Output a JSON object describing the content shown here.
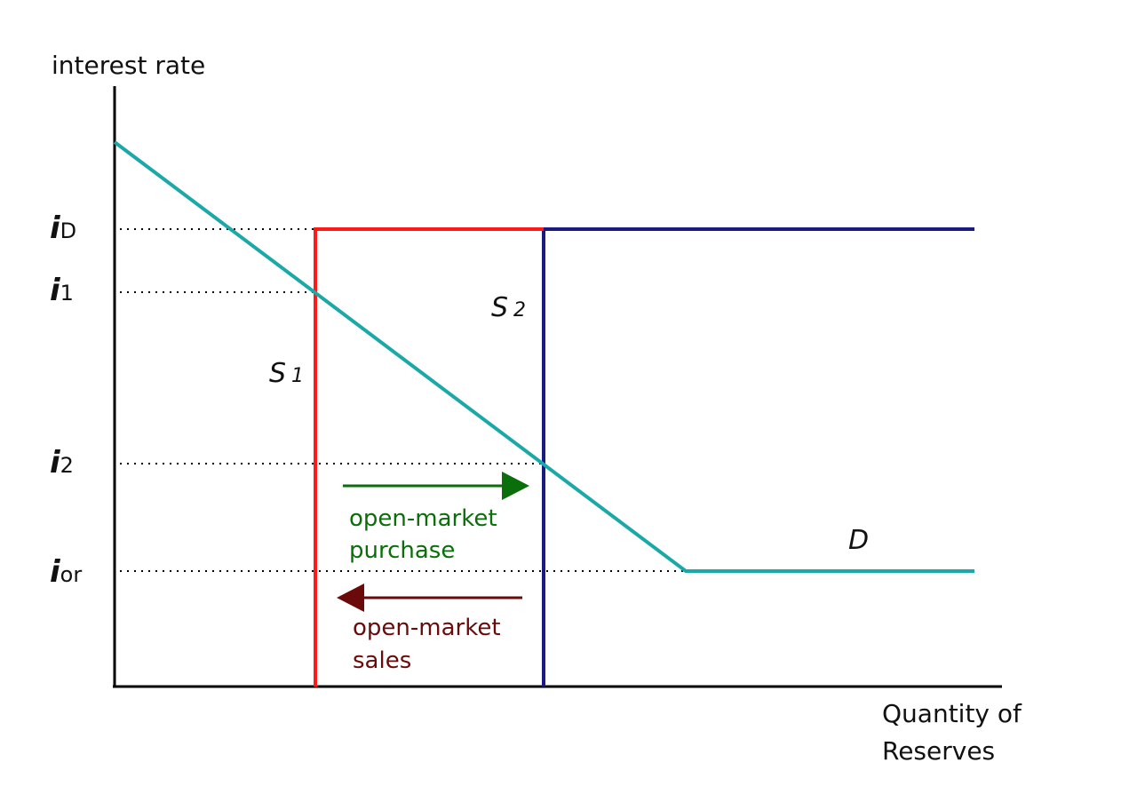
{
  "axes": {
    "y_title": "interest rate",
    "x_title_line1": "Quantity of",
    "x_title_line2": "Reserves"
  },
  "rate_labels": [
    {
      "main": "i",
      "sub": "D"
    },
    {
      "main": "i",
      "sub": "1"
    },
    {
      "main": "i",
      "sub": "2"
    },
    {
      "main": "i",
      "sub": "or"
    }
  ],
  "curves": {
    "s1": {
      "main": "S",
      "sub": "1"
    },
    "s2": {
      "main": "S",
      "sub": "2"
    },
    "d": "D"
  },
  "annotations": {
    "purchase": {
      "line1": "open-market",
      "line2": "purchase"
    },
    "sales": {
      "line1": "open-market",
      "line2": "sales"
    }
  },
  "colors": {
    "axis": "#000000",
    "demand": "#1aa8a8",
    "supply1": "#ff1a1a",
    "supply2": "#1a1a80",
    "purchase": "#0a6e0a",
    "sales": "#6b0a0a"
  }
}
